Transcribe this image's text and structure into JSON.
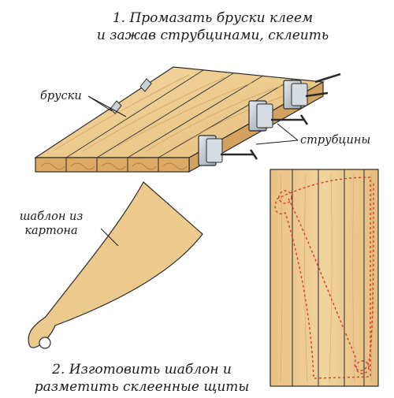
{
  "step1": {
    "line1": "1. Промазать бруски клеем",
    "line2": "и зажав струбцинами, склеить"
  },
  "step2": {
    "line1": "2. Изготовить шаблон и",
    "line2": "разметить склеенные щиты"
  },
  "labels": {
    "bars": "бруски",
    "clamps": "струбцины",
    "template_line1": "шаблон из",
    "template_line2": "картона"
  },
  "colors": {
    "wood": "#eccb8f",
    "wood_light": "#f4dcaa",
    "wood_dark": "#c99a54",
    "end_grain": "#d9a863",
    "line": "#2b2b2b",
    "clamp_metal": "#b7c1c8",
    "marking": "#d63a2f"
  }
}
